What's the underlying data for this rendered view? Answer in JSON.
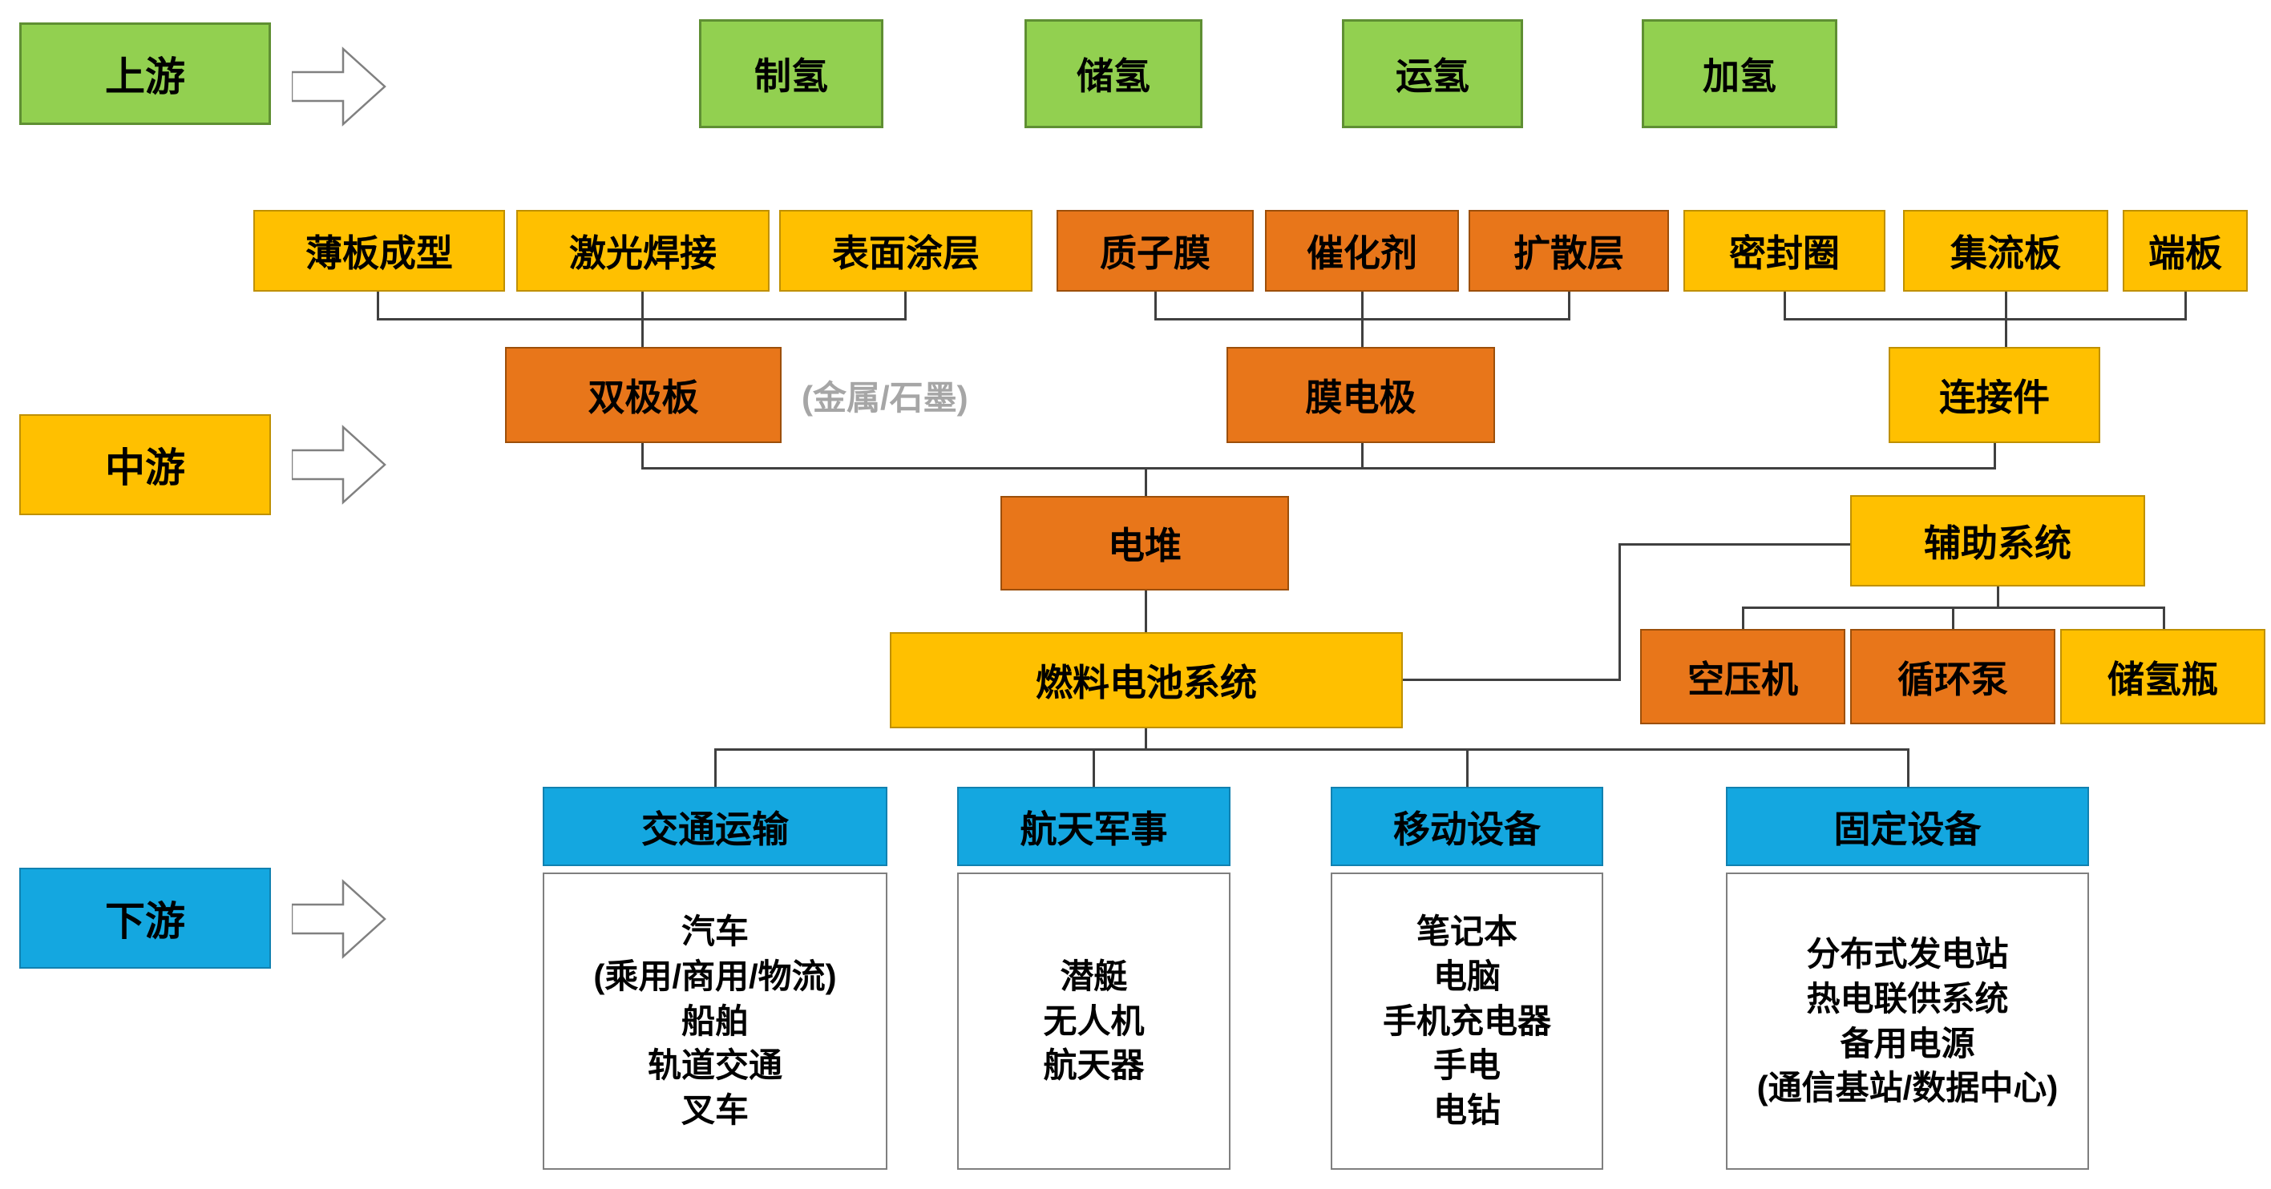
{
  "stages": {
    "upstream_label": "上游",
    "midstream_label": "中游",
    "downstream_label": "下游"
  },
  "upstream": {
    "items": [
      "制氢",
      "储氢",
      "运氢",
      "加氢"
    ]
  },
  "midstream": {
    "plate_processes": [
      "薄板成型",
      "激光焊接",
      "表面涂层"
    ],
    "bipolar_plate": "双极板",
    "bipolar_plate_note": "(金属/石墨)",
    "mea_components": [
      "质子膜",
      "催化剂",
      "扩散层"
    ],
    "mea": "膜电极",
    "connector_parts": [
      "密封圈",
      "集流板",
      "端板"
    ],
    "connector": "连接件",
    "stack": "电堆",
    "fuel_cell_system": "燃料电池系统",
    "auxiliary_system": "辅助系统",
    "auxiliary_items": [
      "空压机",
      "循环泵",
      "储氢瓶"
    ]
  },
  "downstream": {
    "categories": [
      {
        "title": "交通运输",
        "items": [
          "汽车",
          "(乘用/商用/物流)",
          "船舶",
          "轨道交通",
          "叉车"
        ]
      },
      {
        "title": "航天军事",
        "items": [
          "潜艇",
          "无人机",
          "航天器"
        ]
      },
      {
        "title": "移动设备",
        "items": [
          "笔记本",
          "电脑",
          "手机充电器",
          "手电",
          "电钻"
        ]
      },
      {
        "title": "固定设备",
        "items": [
          "分布式发电站",
          "热电联供系统",
          "备用电源",
          "(通信基站/数据中心)"
        ]
      }
    ]
  },
  "colors": {
    "green": "#92d050",
    "gold": "#ffc000",
    "orange": "#e8761a",
    "blue": "#14a7e0",
    "line_gray": "#404040",
    "note_gray": "#a6a6a6",
    "arrow_white": "#ffffff"
  }
}
